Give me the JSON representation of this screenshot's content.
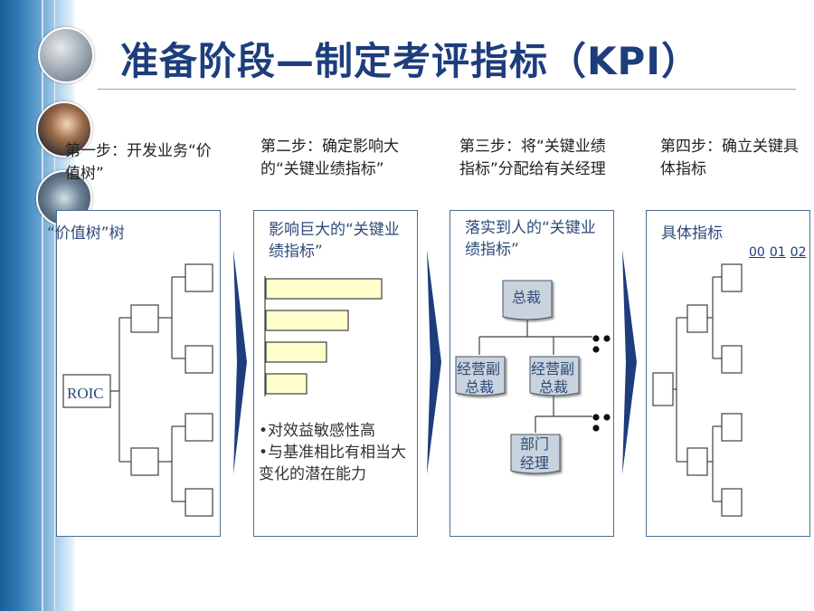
{
  "title": "准备阶段—制定考评指标（KPI）",
  "steps": [
    {
      "label": "第一步：开发业务“价值树”"
    },
    {
      "label": "第二步：确定影响大的“关键业绩指标”"
    },
    {
      "label": "第三步：将“关键业绩指标”分配给有关经理"
    },
    {
      "label": "第四步：确立关键具体指标"
    }
  ],
  "panels": {
    "p1": {
      "heading": "“价值树”树",
      "root_label": "ROIC"
    },
    "p2": {
      "heading": "影响巨大的“关键业绩指标”",
      "bullets": [
        "•对效益敏感性高",
        "•与基准相比有相当大变化的潜在能力"
      ],
      "bar_values": [
        1.0,
        0.71,
        0.52,
        0.35
      ]
    },
    "p3": {
      "heading": "落实到人的“关键业绩指标”",
      "boxes": {
        "top": "总裁",
        "vp1": "经营副总裁",
        "vp2": "经营副总裁",
        "dept": "部门经理"
      }
    },
    "p4": {
      "heading": "具体指标",
      "links": [
        "00",
        "01",
        "02"
      ]
    }
  },
  "colors": {
    "title": "#1d3d7c",
    "panel_border": "#4a6e94",
    "arrow": "#1d3d7c",
    "bar_fill": "#ffffcc",
    "org_box": "#c9d3dd"
  }
}
